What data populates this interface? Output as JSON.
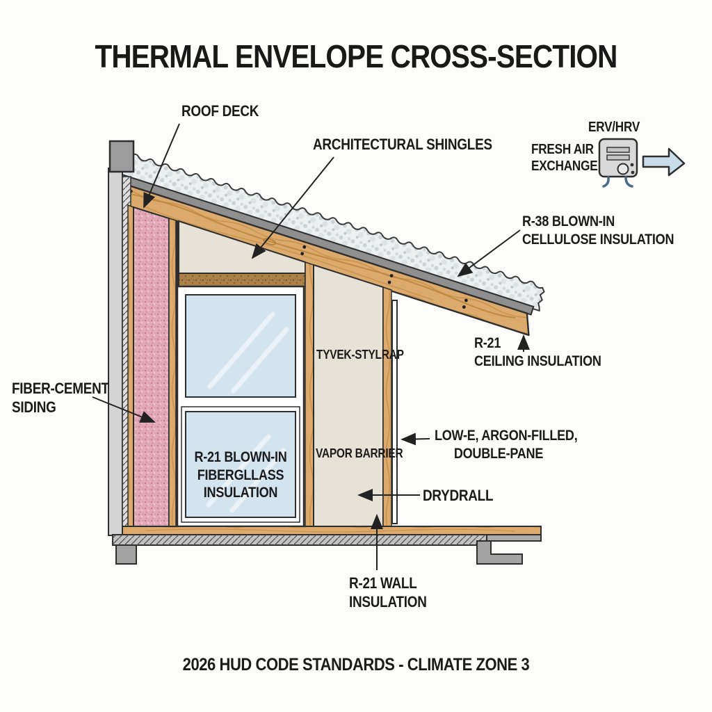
{
  "title": "THERMAL ENVELOPE CROSS-SECTION",
  "caption": "2026 HUD CODE STANDARDS - CLIMATE ZONE 3",
  "labels": {
    "roof_deck": "ROOF DECK",
    "architectural_shingles": "ARCHITECTURAL SHINGLES",
    "erv_hrv": "ERV/HRV",
    "fresh_air_line1": "FRESH AIR",
    "fresh_air_line2": "EXCHANGE",
    "r38_line1": "R-38 BLOWN-IN",
    "r38_line2": "CELLULOSE INSULATION",
    "r21_ceiling_line1": "R-21",
    "r21_ceiling_line2": "CEILING INSULATION",
    "tyvek": "TYVEK-STYLRAP",
    "fiber_cement_line1": "FIBER-CEMENT",
    "fiber_cement_line2": "SIDING",
    "r21_fiberglass_line1": "R-21 BLOWN-IN",
    "r21_fiberglass_line2": "FIBERGLLASS",
    "r21_fiberglass_line3": "INSULATION",
    "vapor_barrier": "VAPOR BARRIER",
    "low_e_line1": "LOW-E, ARGON-FILLED,",
    "low_e_line2": "DOUBLE-PANE",
    "drywall": "DRYDRALL",
    "r21_wall_line1": "R-21 WALL",
    "r21_wall_line2": "INSULATION"
  },
  "icons": {
    "erv_unit": "erv-hrv-unit-icon",
    "airflow_arrow": "airflow-right-arrow-icon"
  },
  "colors": {
    "background": "#fcfcfa",
    "outline": "#2e2e2e",
    "text": "#1b1b1b",
    "wood": "#dcaa6d",
    "wood_grain": "#bb8540",
    "pink_insulation": "#e2a9b9",
    "cellulose": "#edf0f0",
    "roof_deck_gray": "#8f8f8f",
    "siding_gray": "#d4d4d4",
    "panel_beige": "#e7e2d6",
    "brown_band": "#ab8148",
    "glass_blue": "#d2e4f0",
    "foundation_gray": "#c2c2c2",
    "footing_gray": "#a3a3a3",
    "airflow_blue": "#c9dcea"
  }
}
